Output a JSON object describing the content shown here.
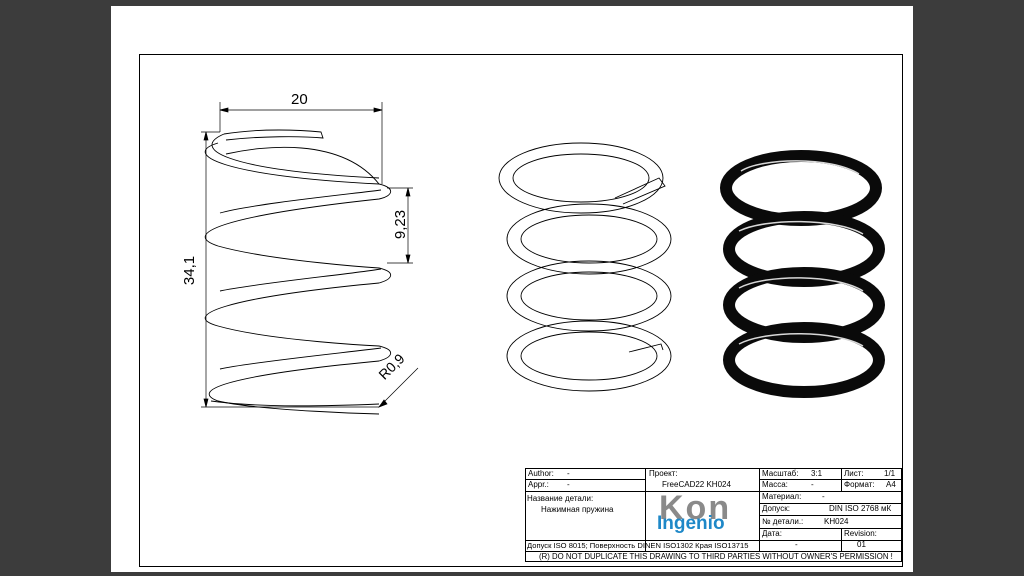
{
  "dimensions": {
    "width": "20",
    "pitch": "9,23",
    "height": "34,1",
    "radius": "R0,9"
  },
  "title_block": {
    "author_label": "Author:",
    "author_value": "-",
    "appr_label": "Appr.:",
    "appr_value": "-",
    "project_label": "Проект:",
    "project_value": "FreeCAD22 KH024",
    "scale_label": "Масштаб:",
    "scale_value": "3:1",
    "sheet_label": "Лист:",
    "sheet_value": "1/1",
    "mass_label": "Масса:",
    "mass_value": "-",
    "format_label": "Формат:",
    "format_value": "A4",
    "part_name_label": "Название детали:",
    "part_name_value": "Нажимная пружина",
    "material_label": "Материал:",
    "material_value": "-",
    "tolerance_label": "Допуск:",
    "tolerance_value": "DIN ISO 2768 мК",
    "part_no_label": "№ детали.:",
    "part_no_value": "KH024",
    "date_label": "Дата:",
    "date_value": "-",
    "revision_label": "Revision:",
    "revision_value": "01",
    "tolerance_note": "Допуск ISO 8015; Поверхность DINEN ISO1302 Края ISO13715",
    "copyright": "(R) DO NOT DUPLICATE THIS DRAWING TO THIRD PARTIES WITHOUT OWNER'S PERMISSION !",
    "logo_top": "Kon",
    "logo_bottom": "Ingenio",
    "logo_colors": {
      "top": "#8a8a8a",
      "bottom": "#1e88c8"
    }
  }
}
